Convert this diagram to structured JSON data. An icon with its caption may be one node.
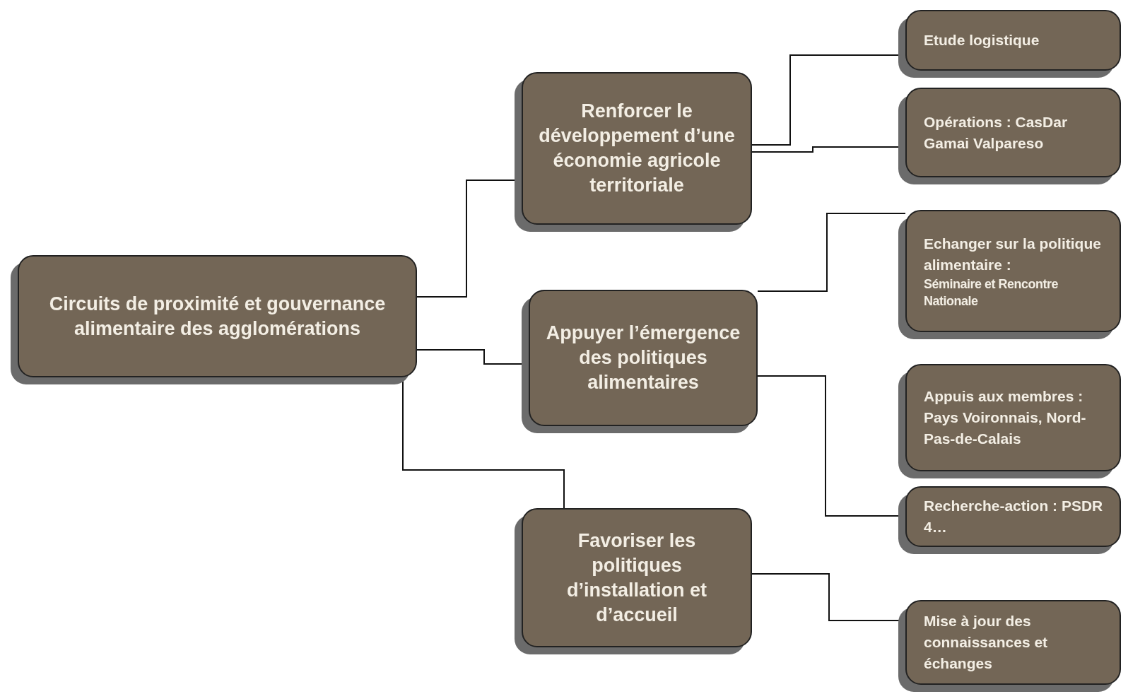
{
  "diagram": {
    "nodes": [
      {
        "text": [
          "Circuits de proximité et gouvernance alimentaire des agglomérations"
        ]
      },
      {
        "text": [
          "Renforcer le développement d’une économie agricole territoriale"
        ]
      },
      {
        "text": [
          "Appuyer l’émergence des politiques alimentaires"
        ]
      },
      {
        "text": [
          "Favoriser les politiques d’installation et d’accueil"
        ]
      },
      {
        "text": [
          "Etude logistique"
        ]
      },
      {
        "text": [
          "Opérations : CasDar Gamai Valpareso"
        ]
      },
      {
        "text": [
          "Echanger sur la politique alimentaire :",
          "Séminaire et Rencontre Nationale"
        ]
      },
      {
        "text": [
          "Appuis aux membres : Pays Voironnais, Nord-Pas-de-Calais"
        ]
      },
      {
        "text": [
          "Recherche-action : PSDR 4…"
        ]
      },
      {
        "text": [
          "Mise à jour des connaissances et échanges"
        ]
      }
    ],
    "edges": [
      {
        "from": 0,
        "to": 1,
        "arrow": "none"
      },
      {
        "from": 0,
        "to": 2,
        "arrow": "none"
      },
      {
        "from": 0,
        "to": 3,
        "arrow": "none"
      },
      {
        "from": 1,
        "to": 4,
        "arrow": "none"
      },
      {
        "from": 1,
        "to": 5,
        "arrow": "none"
      },
      {
        "from": 2,
        "to": 6,
        "arrow": "none"
      },
      {
        "from": 2,
        "to": 8,
        "arrow": "none"
      },
      {
        "from": 3,
        "to": 9,
        "arrow": "none"
      }
    ]
  }
}
